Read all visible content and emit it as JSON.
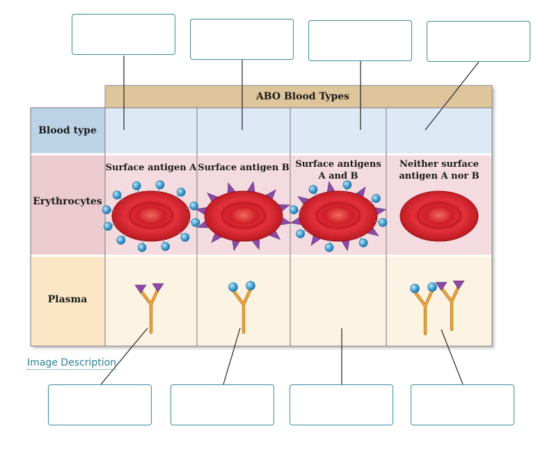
{
  "figure": {
    "title": "ABO Blood Types",
    "row_labels": {
      "blood_type": "Blood type",
      "erythrocytes": "Erythrocytes",
      "plasma": "Plasma"
    },
    "columns": [
      {
        "erythrocyte_caption": [
          "Surface antigen A"
        ],
        "surface_antigens": [
          "A"
        ],
        "plasma_antibodies": [
          "B"
        ]
      },
      {
        "erythrocyte_caption": [
          "Surface antigen B"
        ],
        "surface_antigens": [
          "B"
        ],
        "plasma_antibodies": [
          "A"
        ]
      },
      {
        "erythrocyte_caption": [
          "Surface antigens",
          "A and B"
        ],
        "surface_antigens": [
          "A",
          "B"
        ],
        "plasma_antibodies": []
      },
      {
        "erythrocyte_caption": [
          "Neither surface",
          "antigen A nor B"
        ],
        "surface_antigens": [],
        "plasma_antibodies": [
          "A",
          "B"
        ]
      }
    ],
    "colors": {
      "title_band": "#dec59b",
      "blood_type_row": "#dde9f4",
      "blood_type_header": "#bcd3e7",
      "erythrocyte_row": "#f4dbdf",
      "erythrocyte_header": "#ebcbd0",
      "plasma_row": "#fdf3e2",
      "plasma_header": "#fbe7c6",
      "antigen_a": "#4aa6d4",
      "antigen_b": "#8b4aa3",
      "antibody": "#eba63c",
      "cell": "#d9222a",
      "dropbox_border": "#3a8aa0",
      "link": "#2a7f97"
    }
  },
  "image_description_link": "Image Description"
}
